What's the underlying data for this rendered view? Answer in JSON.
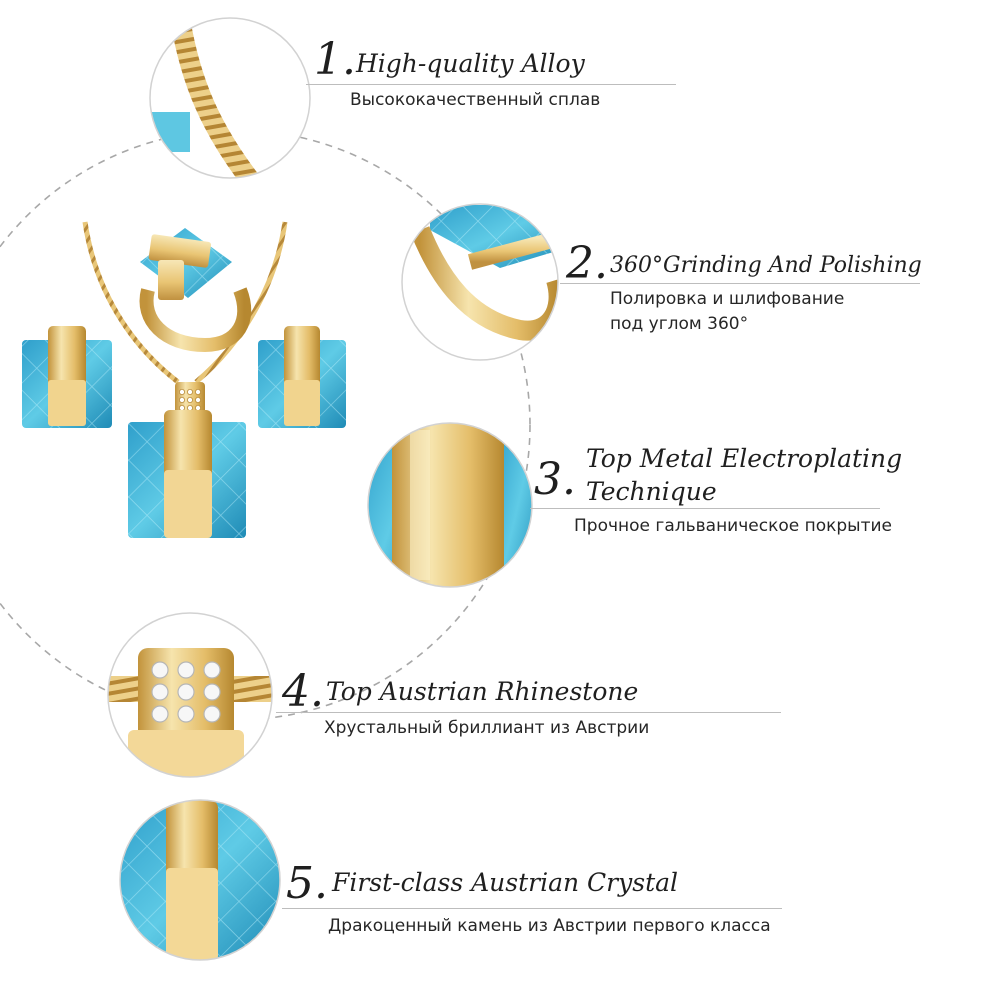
{
  "features": [
    {
      "number": "1.",
      "title": "High-quality Alloy",
      "subtitle": "Высококачественный сплав",
      "detail_icon": "snake-chain-icon"
    },
    {
      "number": "2.",
      "title": "360°Grinding And Polishing",
      "subtitle_lines": [
        "Полировка и шлифование",
        "под углом 360°"
      ],
      "detail_icon": "ring-detail-icon"
    },
    {
      "number": "3.",
      "title_lines": [
        "Top Metal Electroplating",
        "Technique"
      ],
      "subtitle": "Прочное гальваническое покрытие",
      "detail_icon": "gold-plating-icon"
    },
    {
      "number": "4.",
      "title": "Top Austrian Rhinestone",
      "subtitle": "Хрустальный бриллиант из Австрии",
      "detail_icon": "rhinestone-bail-icon"
    },
    {
      "number": "5.",
      "title": "First-class Austrian Crystal",
      "subtitle": "Дракоценный камень из Австрии первого класса",
      "detail_icon": "crystal-pendant-icon"
    }
  ],
  "colors": {
    "gold_light": "#f4e0a6",
    "gold": "#e7c06b",
    "gold_dark": "#b88a32",
    "crystal_light": "#8fdcf0",
    "crystal": "#38b7dc",
    "crystal_dark": "#1a86b0",
    "text": "#1f1f1f",
    "rule": "#bdbdbd",
    "dashed_circle": "#a8a8a8"
  }
}
